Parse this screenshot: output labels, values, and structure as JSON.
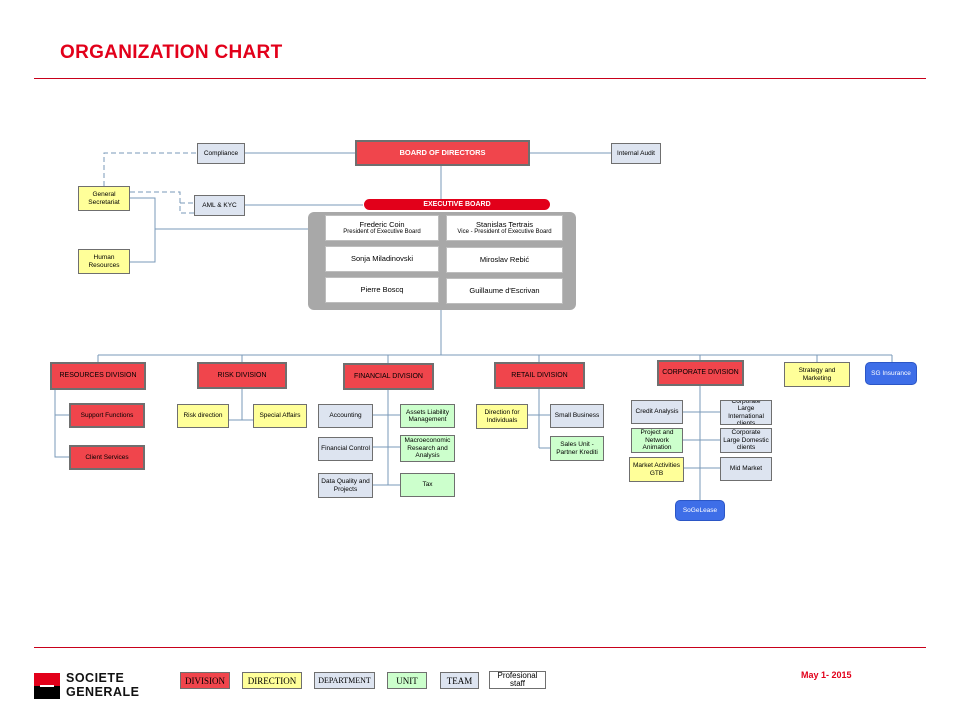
{
  "title": "ORGANIZATION CHART",
  "board": "BOARD OF DIRECTORS",
  "compliance": "Compliance",
  "internal_audit": "Internal Audit",
  "general_secretariat": "General Secretariat",
  "aml_kyc": "AML & KYC",
  "human_resources": "Human Resources",
  "executive_board": {
    "label": "EXECUTIVE BOARD",
    "members": [
      {
        "name": "Frederic Coin",
        "role": "President of Executive Board"
      },
      {
        "name": "Stanislas Tertrais",
        "role": "Vice - President of Executive Board"
      },
      {
        "name": "Sonja Miladinovski"
      },
      {
        "name": "Miroslav Rebić"
      },
      {
        "name": "Pierre Boscq"
      },
      {
        "name": "Guillaume d'Escrivan"
      }
    ]
  },
  "divisions": {
    "resources": {
      "label": "RESOURCES DIVISION",
      "children": [
        "Support Functions",
        "Client Services"
      ]
    },
    "risk": {
      "label": "RISK DIVISION",
      "children": [
        "Risk direction",
        "Special Affairs"
      ]
    },
    "financial": {
      "label": "FINANCIAL DIVISION",
      "children": [
        "Accounting",
        "Assets Liability Management",
        "Financial Control",
        "Macroeconomic Research and Analysis",
        "Data Quality and Projects",
        "Tax"
      ]
    },
    "retail": {
      "label": "RETAIL DIVISION",
      "children": [
        "Direction for Individuals",
        "Small Business",
        "Sales Unit - Partner Krediti"
      ]
    },
    "corporate": {
      "label": "CORPORATE DIVISION",
      "children": [
        "Credit Analysis",
        "Corporate Large International clients",
        "Project and Network Animation",
        "Corporate Large Domestic clients",
        "Market Activities GTB",
        "Mid Market",
        "SoGeLease"
      ]
    },
    "strategy": {
      "label": "Strategy and Marketing"
    },
    "insurance": {
      "label": "SG Insurance"
    }
  },
  "legend": [
    "DIVISION",
    "DIRECTION",
    "DEPARTMENT",
    "UNIT",
    "TEAM",
    "Profesional staff"
  ],
  "logo": {
    "line1": "SOCIETE",
    "line2": "GENERALE"
  },
  "date": "May 1- 2015",
  "colors": {
    "brand_red": "#e2001a",
    "division": "#f0454c",
    "direction": "#ffff99",
    "department": "#dde4f0",
    "unit": "#ccffcc",
    "team": "#dde4f0"
  }
}
